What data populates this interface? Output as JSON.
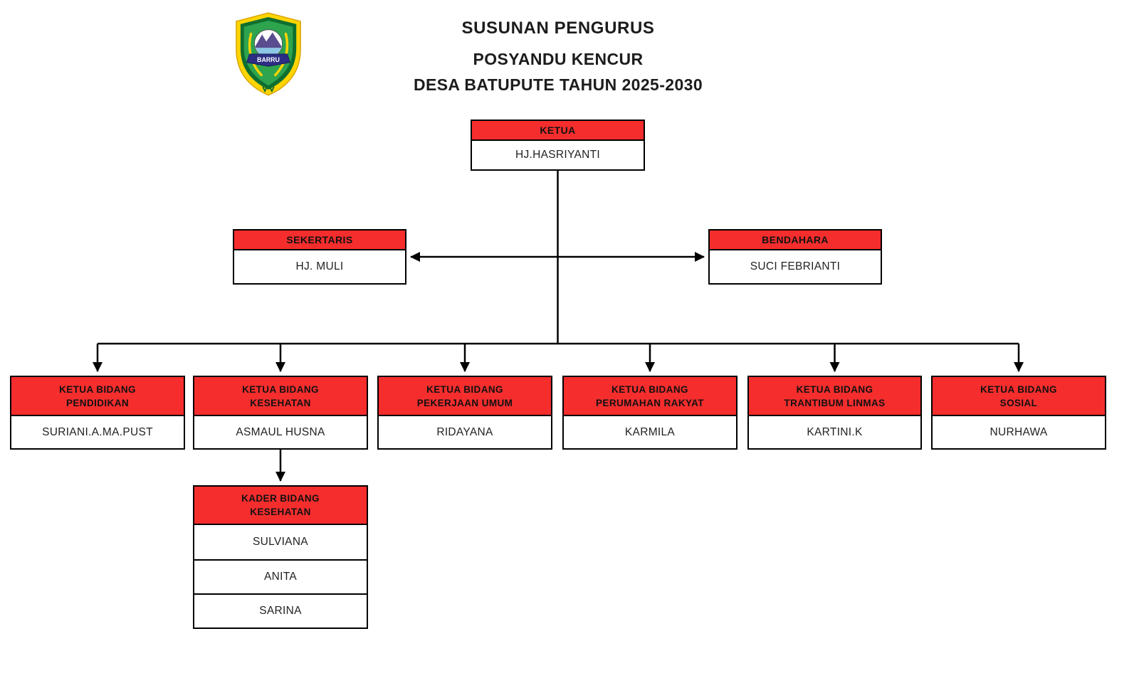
{
  "title": {
    "line1": "SUSUNAN PENGURUS",
    "line2": "POSYANDU KENCUR",
    "line3": "DESA BATUPUTE TAHUN 2025-2030"
  },
  "logo": {
    "banner": "BARRU"
  },
  "colors": {
    "header_red": "#f62d2d",
    "line_black": "#000000"
  },
  "chart": {
    "ketua": {
      "title": "KETUA",
      "name": "HJ.HASRIYANTI"
    },
    "sekertaris": {
      "title": "SEKERTARIS",
      "name": "HJ. MULI"
    },
    "bendahara": {
      "title": "BENDAHARA",
      "name": "SUCI FEBRIANTI"
    },
    "bidang": [
      {
        "title1": "KETUA BIDANG",
        "title2": "PENDIDIKAN",
        "name": "SURIANI.A.MA.PUST"
      },
      {
        "title1": "KETUA BIDANG",
        "title2": "KESEHATAN",
        "name": "ASMAUL HUSNA"
      },
      {
        "title1": "KETUA BIDANG",
        "title2": "PEKERJAAN UMUM",
        "name": "RIDAYANA"
      },
      {
        "title1": "KETUA BIDANG",
        "title2": "PERUMAHAN RAKYAT",
        "name": "KARMILA"
      },
      {
        "title1": "KETUA BIDANG",
        "title2": "TRANTIBUM LINMAS",
        "name": "KARTINI.K"
      },
      {
        "title1": "KETUA BIDANG",
        "title2": "SOSIAL",
        "name": "NURHAWA"
      }
    ],
    "kader": {
      "title1": "KADER BIDANG",
      "title2": "KESEHATAN",
      "members": [
        "SULVIANA",
        "ANITA",
        "SARINA"
      ]
    }
  }
}
